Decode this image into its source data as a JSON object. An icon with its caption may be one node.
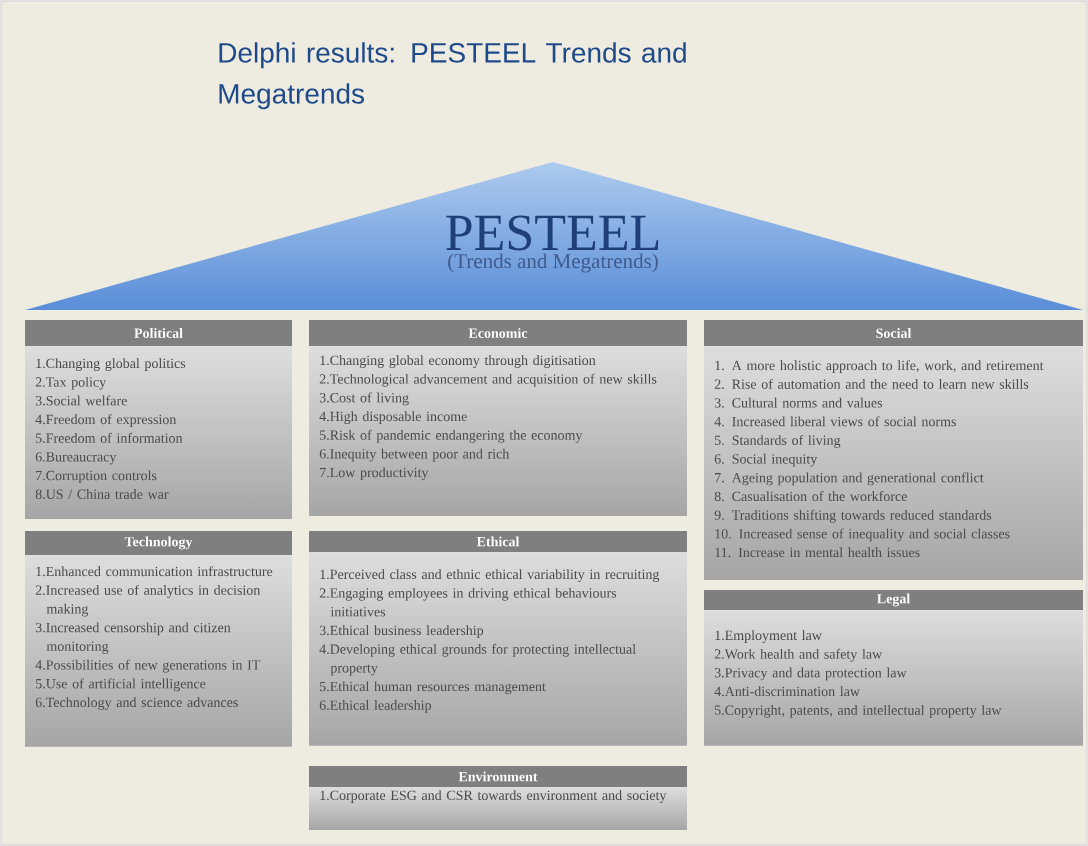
{
  "diagram": {
    "title": "Delphi results: PESTEEL Trends and Megatrends",
    "nodes": [
      {
        "text": [
          "PESTEEL",
          "(Trends and Megatrends)"
        ]
      },
      {
        "text": [
          "Political",
          "1.Changing global politics",
          "2.Tax policy",
          "3.Social welfare",
          "4.Freedom of expression",
          "5.Freedom of information",
          "6.Bureaucracy",
          "7.Corruption controls",
          "8.US / China trade war"
        ]
      },
      {
        "text": [
          "Economic",
          "1.Changing global economy through digitisation",
          "2.Technological advancement and acquisition of new skills",
          "3.Cost of living",
          "4.High disposable income",
          "5.Risk of pandemic endangering the economy",
          "6.Inequity between poor and rich",
          "7.Low productivity"
        ]
      },
      {
        "text": [
          "Social",
          "1. A more holistic approach to life, work, and retirement",
          "2. Rise of automation and the need to learn new skills",
          "3. Cultural norms and values",
          "4. Increased liberal views of social norms",
          "5. Standards of living",
          "6. Social inequity",
          "7. Ageing population and generational conflict",
          "8. Casualisation of the workforce",
          "9. Traditions shifting towards reduced standards",
          "10. Increased sense of inequality and social classes",
          "11. Increase in mental health issues"
        ]
      },
      {
        "text": [
          "Technology",
          "1.Enhanced communication infrastructure",
          "2.Increased use of analytics in decision making",
          "3.Increased censorship and citizen monitoring",
          "4.Possibilities of new generations in IT",
          "5.Use of artificial intelligence",
          "6.Technology and science advances"
        ]
      },
      {
        "text": [
          "Ethical",
          "1.Perceived class and ethnic ethical variability in recruiting",
          "2.Engaging employees in driving ethical behaviours initiatives",
          "3.Ethical business leadership",
          "4.Developing ethical grounds for protecting intellectual property",
          "5.Ethical human resources management",
          "6.Ethical leadership"
        ]
      },
      {
        "text": [
          "Legal",
          "1.Employment law",
          "2.Work health and safety law",
          "3.Privacy and data protection law",
          "4.Anti-discrimination law",
          "5.Copyright, patents, and intellectual property law"
        ]
      },
      {
        "text": [
          "Environment",
          "1.Corporate ESG and CSR towards environment and society"
        ]
      }
    ]
  }
}
